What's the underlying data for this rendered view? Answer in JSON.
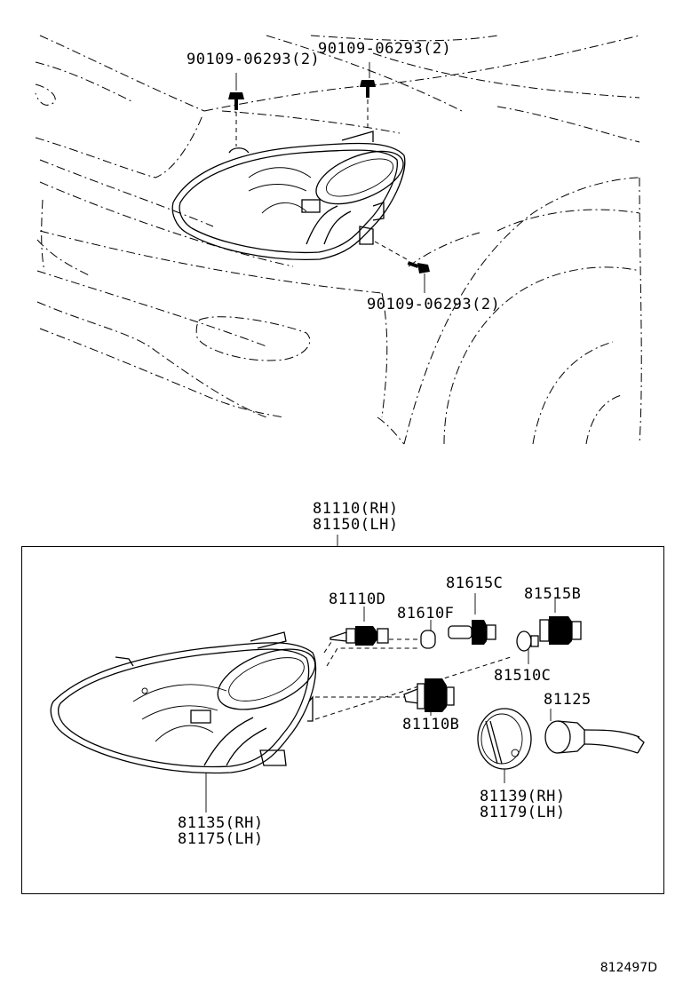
{
  "labels": {
    "bolt_left": "90109-06293(2)",
    "bolt_right": "90109-06293(2)",
    "bolt_lower": "90109-06293(2)",
    "assy_rh": "81110(RH)",
    "assy_lh": "81150(LH)",
    "bulb_d": "81110D",
    "bulb_f": "81610F",
    "socket_c": "81615C",
    "socket_b": "81515B",
    "bulb_c": "81510C",
    "bulb_b": "81110B",
    "socket_125": "81125",
    "cover_rh": "81139(RH)",
    "cover_lh": "81179(LH)",
    "housing_rh": "81135(RH)",
    "housing_lh": "81175(LH)"
  },
  "diagram_code": "812497D"
}
